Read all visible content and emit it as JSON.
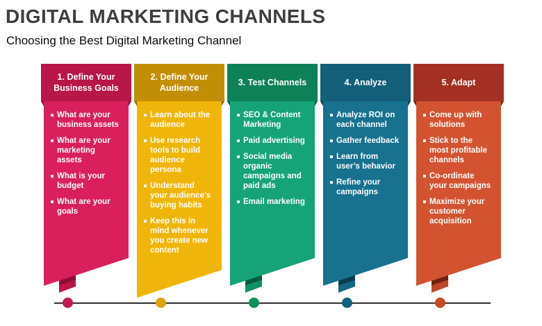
{
  "slide": {
    "title": "DIGITAL MARKETING CHANNELS",
    "subtitle": "Choosing the Best Digital Marketing Channel"
  },
  "columns": [
    {
      "header": "1. Define Your Business Goals",
      "items": [
        "What are your business assets",
        "What are your marketing assets",
        "What is your budget",
        "What are your goals"
      ],
      "colors": {
        "header": "#B81548",
        "body": "#D91F5C",
        "tail": "#C01449",
        "fold": "#8C0E36",
        "dot": "#C41A52"
      }
    },
    {
      "header": "2. Define Your Audience",
      "items": [
        "Learn about the audience",
        "Use research tools to build audience persona",
        "Understand your audience’s buying habits",
        "Keep this in mind whenever you create new content"
      ],
      "colors": {
        "header": "#C18E06",
        "body": "#F0B50A",
        "tail": "#D69E08",
        "fold": "#8F6A02",
        "dot": "#DCA607"
      }
    },
    {
      "header": "3. Test Channels",
      "items": [
        "SEO & Content Marketing",
        "Paid advertising",
        "Social media organic campaigns and paid ads",
        "Email marketing"
      ],
      "colors": {
        "header": "#0E8158",
        "body": "#16A377",
        "tail": "#109167",
        "fold": "#065C3C",
        "dot": "#0E9159"
      }
    },
    {
      "header": "4. Analyze",
      "items": [
        "Analyze ROI on each channel",
        "Gather feedback",
        "Learn from user’s behavior",
        "Refine your campaigns"
      ],
      "colors": {
        "header": "#135E78",
        "body": "#17718F",
        "tail": "#146683",
        "fold": "#0A3B4F",
        "dot": "#12617D"
      }
    },
    {
      "header": "5. Adapt",
      "items": [
        "Come up with solutions",
        "Stick to the most profitable channels",
        "Co-ordinate your campaigns",
        "Maximize your customer acquisition"
      ],
      "colors": {
        "header": "#A33022",
        "body": "#D35331",
        "tail": "#C04526",
        "fold": "#75200F",
        "dot": "#C94A24"
      }
    }
  ],
  "timeline": {
    "colors": {
      "line": "#2E2E2E"
    }
  }
}
